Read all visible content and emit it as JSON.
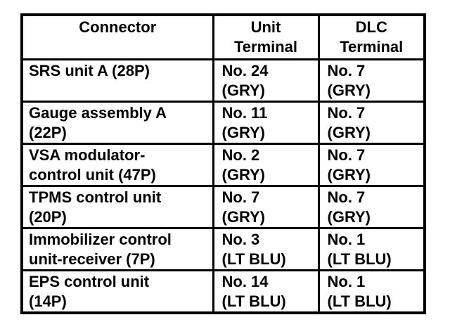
{
  "table": {
    "header": {
      "connector": "Connector",
      "unit_line1": "Unit",
      "unit_line2": "Terminal",
      "dlc_line1": "DLC",
      "dlc_line2": "Terminal"
    },
    "rows": [
      {
        "connector_line1": "SRS unit A (28P)",
        "connector_line2": "",
        "unit_no": "No. 24",
        "unit_color": "(GRY)",
        "dlc_no": "No. 7",
        "dlc_color": "(GRY)"
      },
      {
        "connector_line1": "Gauge assembly A",
        "connector_line2": "(22P)",
        "unit_no": "No. 11",
        "unit_color": "(GRY)",
        "dlc_no": "No. 7",
        "dlc_color": "(GRY)"
      },
      {
        "connector_line1": "VSA modulator-",
        "connector_line2": "control unit (47P)",
        "unit_no": "No. 2",
        "unit_color": "(GRY)",
        "dlc_no": "No. 7",
        "dlc_color": "(GRY)"
      },
      {
        "connector_line1": "TPMS control unit",
        "connector_line2": "(20P)",
        "unit_no": "No. 7",
        "unit_color": "(GRY)",
        "dlc_no": "No. 7",
        "dlc_color": "(GRY)"
      },
      {
        "connector_line1": "Immobilizer control",
        "connector_line2": "unit-receiver (7P)",
        "unit_no": "No. 3",
        "unit_color": "(LT BLU)",
        "dlc_no": "No. 1",
        "dlc_color": "(LT BLU)"
      },
      {
        "connector_line1": "EPS control unit",
        "connector_line2": "(14P)",
        "unit_no": "No. 14",
        "unit_color": "(LT BLU)",
        "dlc_no": "No. 1",
        "dlc_color": "(LT BLU)"
      }
    ]
  },
  "colors": {
    "text": "#000000",
    "background": "#ffffff",
    "border": "#000000"
  }
}
